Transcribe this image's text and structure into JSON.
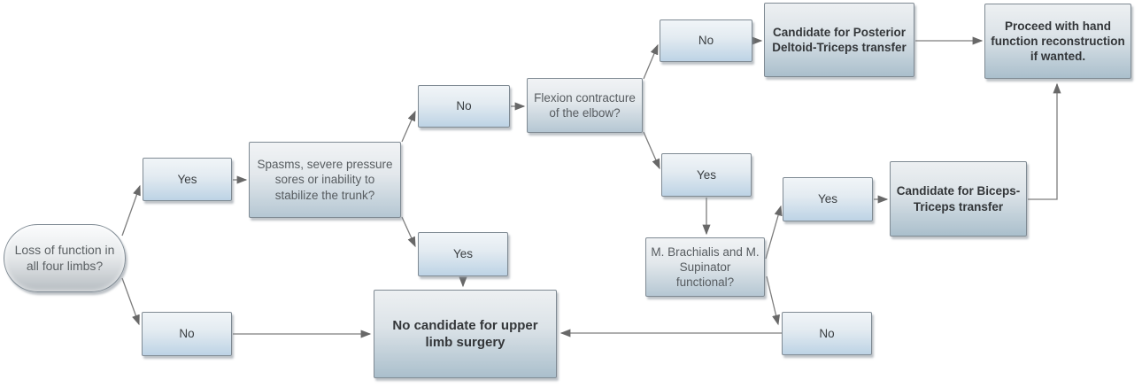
{
  "nodes": {
    "start": {
      "label": "Loss of function in all four limbs?",
      "shape": "terminator"
    },
    "yes1": {
      "label": "Yes",
      "shape": "answer"
    },
    "no1": {
      "label": "No",
      "shape": "answer"
    },
    "spasms": {
      "label": "Spasms, severe pressure sores or inability to stabilize the trunk?",
      "shape": "question"
    },
    "no2": {
      "label": "No",
      "shape": "answer"
    },
    "yes2": {
      "label": "Yes",
      "shape": "answer"
    },
    "flexion": {
      "label": "Flexion contracture of the elbow?",
      "shape": "question"
    },
    "no3": {
      "label": "No",
      "shape": "answer"
    },
    "yes3": {
      "label": "Yes",
      "shape": "answer"
    },
    "posterior": {
      "label": "Candidate for Posterior Deltoid-Triceps transfer",
      "shape": "result"
    },
    "proceed": {
      "label": "Proceed with hand function reconstruction if wanted.",
      "shape": "result"
    },
    "brachialis": {
      "label": "M. Brachialis and M. Supinator functional?",
      "shape": "question"
    },
    "yes4": {
      "label": "Yes",
      "shape": "answer"
    },
    "biceps": {
      "label": "Candidate for Biceps-Triceps transfer",
      "shape": "result"
    },
    "no4": {
      "label": "No",
      "shape": "answer"
    },
    "no_candidate": {
      "label": "No candidate for upper limb surgery",
      "shape": "result"
    }
  },
  "edges": [
    {
      "from": "start",
      "to": "yes1"
    },
    {
      "from": "start",
      "to": "no1"
    },
    {
      "from": "yes1",
      "to": "spasms"
    },
    {
      "from": "spasms",
      "to": "no2"
    },
    {
      "from": "spasms",
      "to": "yes2"
    },
    {
      "from": "no2",
      "to": "flexion"
    },
    {
      "from": "flexion",
      "to": "no3"
    },
    {
      "from": "flexion",
      "to": "yes3"
    },
    {
      "from": "no3",
      "to": "posterior"
    },
    {
      "from": "posterior",
      "to": "proceed"
    },
    {
      "from": "yes3",
      "to": "brachialis"
    },
    {
      "from": "brachialis",
      "to": "yes4"
    },
    {
      "from": "brachialis",
      "to": "no4"
    },
    {
      "from": "yes4",
      "to": "biceps"
    },
    {
      "from": "biceps",
      "to": "proceed"
    },
    {
      "from": "no4",
      "to": "no_candidate"
    },
    {
      "from": "no1",
      "to": "no_candidate"
    },
    {
      "from": "yes2",
      "to": "no_candidate"
    }
  ],
  "colors": {
    "background": "#ffffff",
    "box_border": "#7f8a93",
    "answer_fill_bottom": "#bdd3e5",
    "question_fill_bottom": "#b5c7d3",
    "result_fill_bottom": "#aabfcc",
    "terminator_fill_bottom": "#b7bdc2",
    "connector": "#7d7d7d",
    "text_answer": "#3a3e41",
    "text_question": "#575c60",
    "text_result": "#333639"
  }
}
